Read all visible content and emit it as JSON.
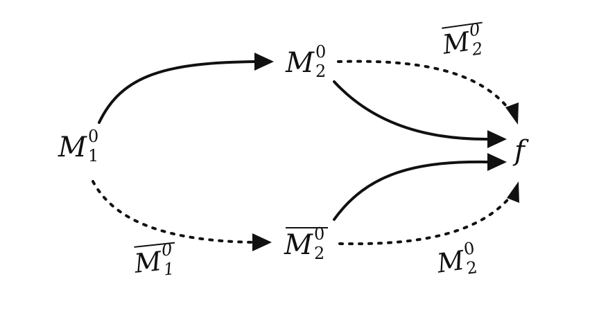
{
  "nodes": {
    "m1": {
      "base": "M",
      "sup": "0",
      "sub": "1"
    },
    "m2_top": {
      "base": "M",
      "sup": "0",
      "sub": "2"
    },
    "m2_bar": {
      "base": "M",
      "sup": "0",
      "sub": "2"
    },
    "f": {
      "base": "f"
    }
  },
  "edge_labels": {
    "top_right_dotted": {
      "base": "M",
      "sup": "0",
      "sub": "2"
    },
    "bottom_left_dotted": {
      "base": "M",
      "sup": "0",
      "sub": "1"
    },
    "bottom_right_dotted": {
      "base": "M",
      "sup": "0",
      "sub": "2"
    }
  },
  "colors": {
    "stroke": "#111111"
  }
}
